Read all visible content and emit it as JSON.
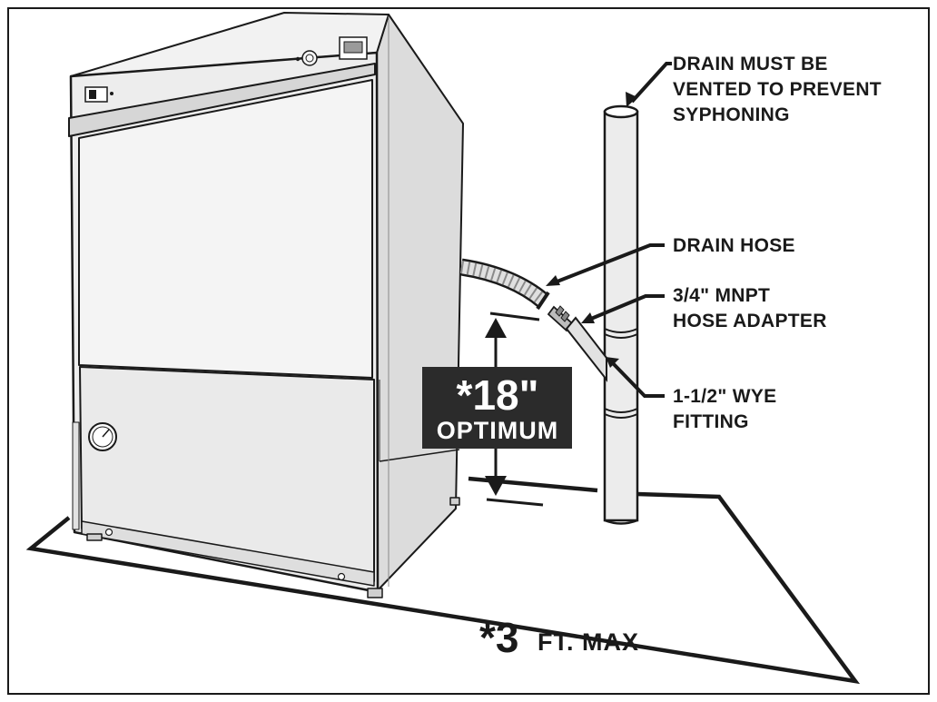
{
  "labels": {
    "vent": {
      "line1": "DRAIN MUST BE",
      "line2": "VENTED TO PREVENT",
      "line3": "SYPHONING"
    },
    "drain_hose": "DRAIN HOSE",
    "adapter": {
      "line1": "3/4\" MNPT",
      "line2": "HOSE ADAPTER"
    },
    "wye": {
      "line1": "1-1/2\" WYE",
      "line2": "FITTING"
    }
  },
  "height_measure": {
    "value": "*18\"",
    "note": "OPTIMUM"
  },
  "distance_measure": {
    "value": "*3",
    "unit": "FT. MAX"
  },
  "colors": {
    "ink": "#1a1a1a",
    "label_box": "#2b2b2b",
    "machine_face": "#ececec",
    "machine_side": "#d9d9d9"
  }
}
